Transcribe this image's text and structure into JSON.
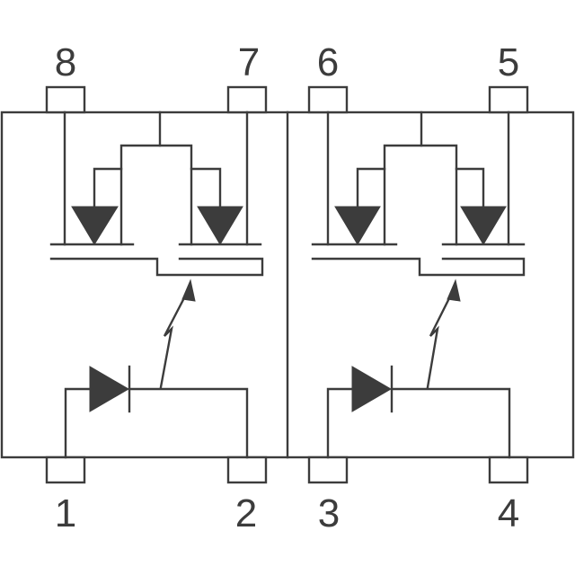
{
  "colors": {
    "stroke": "#3c3c3c",
    "background": "#ffffff"
  },
  "pins": {
    "p1": "1",
    "p2": "2",
    "p3": "3",
    "p4": "4",
    "p5": "5",
    "p6": "6",
    "p7": "7",
    "p8": "8"
  }
}
